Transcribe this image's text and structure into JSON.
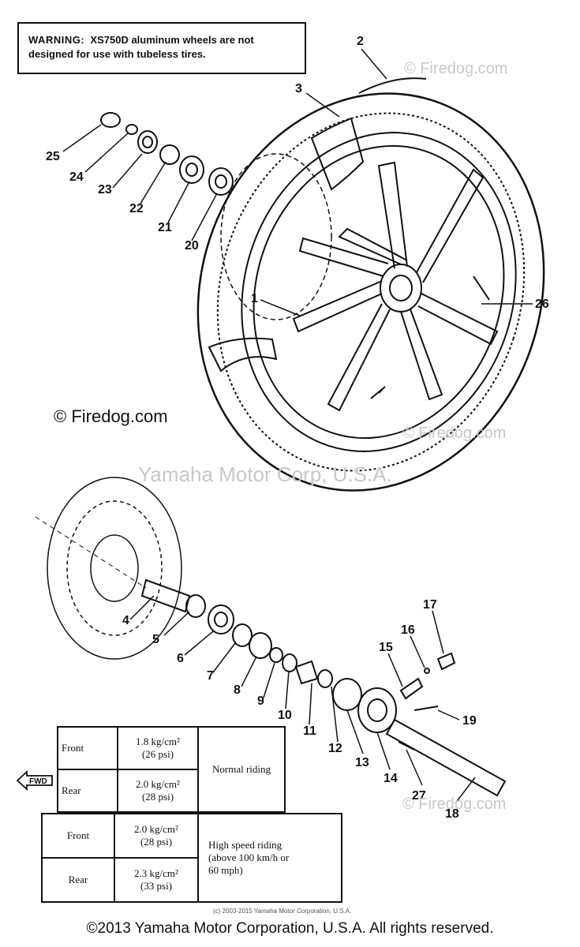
{
  "warning": {
    "lead": "WARNING:",
    "text1": "XS750D aluminum wheels are not",
    "text2": "designed for use with tubeless tires."
  },
  "callouts": [
    "1",
    "2",
    "3",
    "4",
    "5",
    "6",
    "7",
    "8",
    "9",
    "10",
    "11",
    "12",
    "13",
    "14",
    "15",
    "16",
    "17",
    "18",
    "19",
    "20",
    "21",
    "22",
    "23",
    "24",
    "25",
    "26",
    "27"
  ],
  "watermarks": {
    "firedog_main": "© Firedog.com",
    "firedog_faint": "© Firedog.com",
    "yamaha_faint": "Yamaha Motor Corp, U.S.A."
  },
  "fwd_label": "FWD",
  "pressure_table_1": {
    "front_label": "Front",
    "front_value1": "1.8 kg/cm²",
    "front_value2": "(26 psi)",
    "rear_label": "Rear",
    "rear_value1": "2.0 kg/cm²",
    "rear_value2": "(28 psi)",
    "condition": "Normal riding"
  },
  "pressure_table_2": {
    "front_label": "Front",
    "front_value1": "2.0 kg/cm²",
    "front_value2": "(28 psi)",
    "rear_label": "Rear",
    "rear_value1": "2.3 kg/cm²",
    "rear_value2": "(33 psi)",
    "condition1": "High speed riding",
    "condition2": "(above 100 km/h or",
    "condition3": "60 mph)"
  },
  "fine_copyright": "(c) 2003-2015 Yamaha Motor Corporation, U.S.A.",
  "footer": "©2013 Yamaha Motor Corporation, U.S.A. All rights reserved.",
  "colors": {
    "ink": "#111111",
    "watermark": "#c8c8c8"
  }
}
